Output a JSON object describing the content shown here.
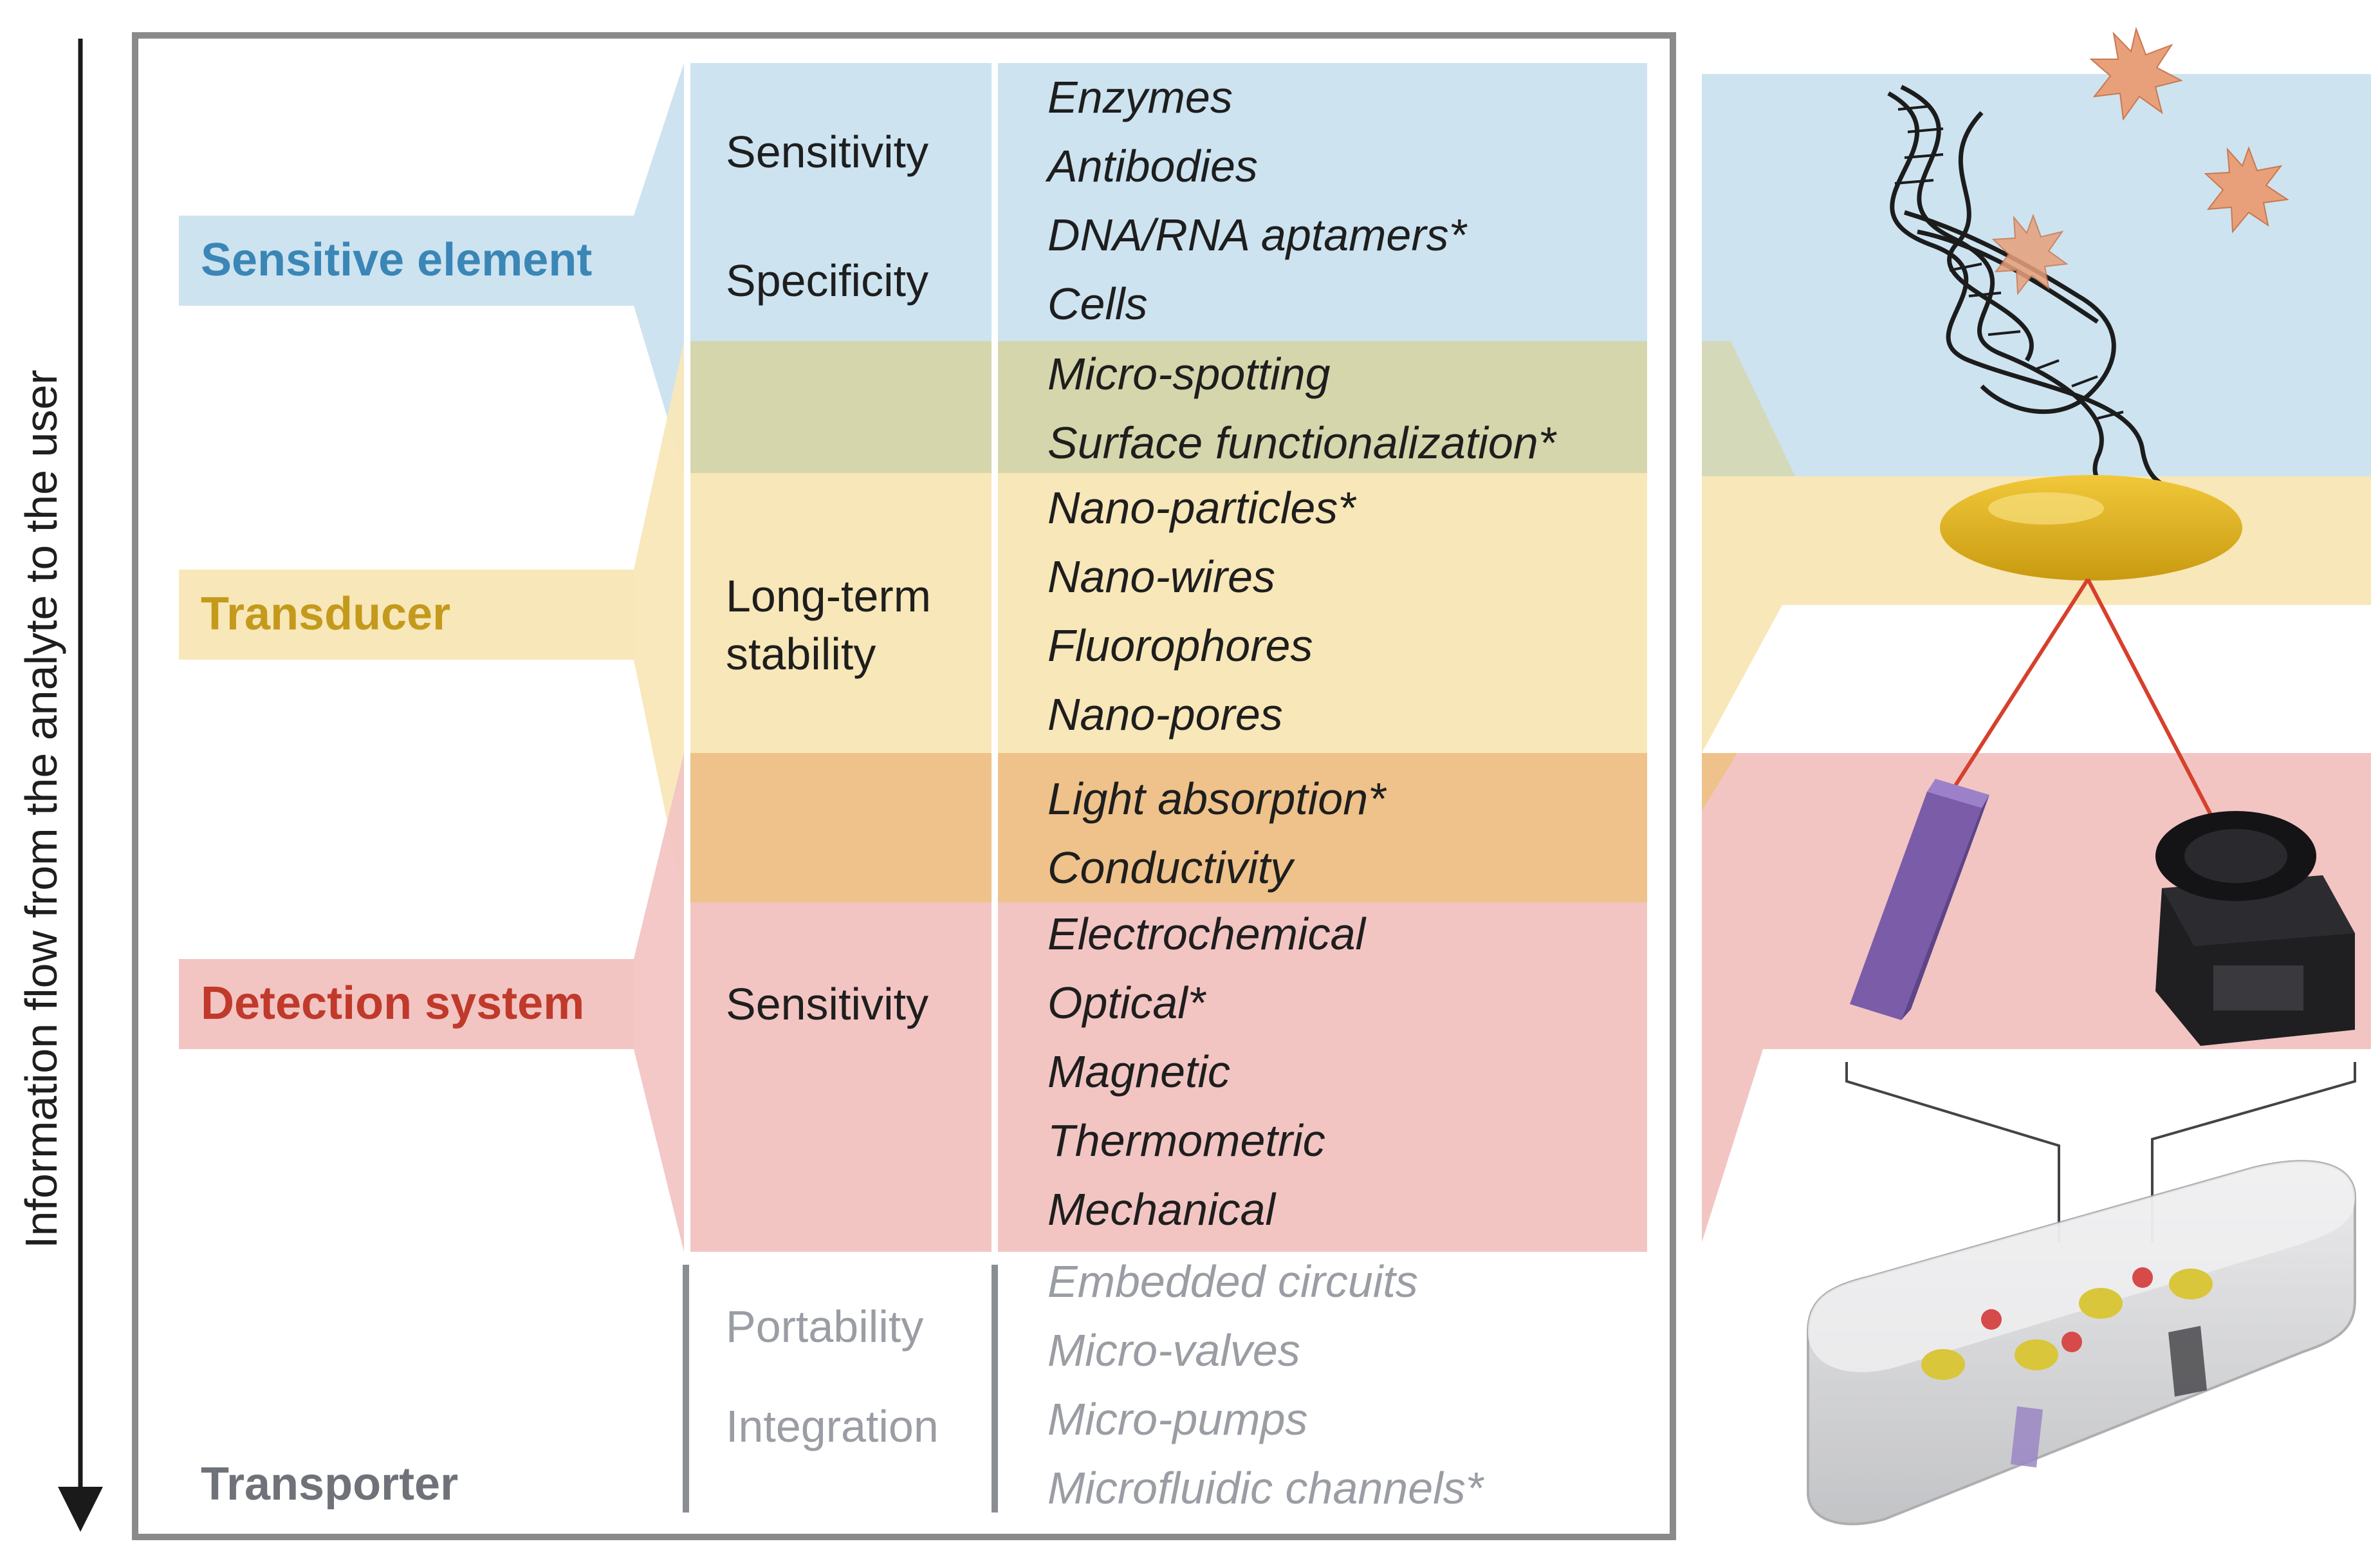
{
  "axis_label": "Information flow from the analyte to the user",
  "colors": {
    "sensitive": "#cde3f0",
    "sensitive_text": "#3a86b6",
    "overlap_st": "#d6d6ad",
    "transducer": "#f8e7b8",
    "transducer_text": "#c49a1c",
    "overlap_td": "#eec28a",
    "detection": "#f2c5c3",
    "detection_text": "#c0392b",
    "transporter_text": "#6f7278",
    "gray_text": "#9a9da3",
    "frame": "#8a8a8a"
  },
  "categories": {
    "sensitive": "Sensitive element",
    "transducer": "Transducer",
    "detection": "Detection system",
    "transporter": "Transporter"
  },
  "properties": {
    "sensitivity_1": "Sensitivity",
    "specificity": "Specificity",
    "longterm_1": "Long-term",
    "longterm_2": "stability",
    "sensitivity_2": "Sensitivity",
    "portability": "Portability",
    "integration": "Integration"
  },
  "items": {
    "sensitive": [
      "Enzymes",
      "Antibodies",
      "DNA/RNA aptamers*",
      "Cells"
    ],
    "overlap_st": [
      "Micro-spotting",
      "Surface functionalization*"
    ],
    "transducer": [
      "Nano-particles*",
      "Nano-wires",
      "Fluorophores",
      "Nano-pores"
    ],
    "overlap_td": [
      "Light absorption*",
      "Conductivity"
    ],
    "detection": [
      "Electrochemical",
      "Optical*",
      "Magnetic",
      "Thermometric",
      "Mechanical"
    ],
    "transporter": [
      "Embedded circuits",
      "Micro-valves",
      "Micro-pumps",
      "Microfluidic channels*"
    ]
  },
  "illustration_icons": [
    "dna-aptamer-icon",
    "analyte-burst-icon",
    "gold-nanoparticle-icon",
    "light-source-icon",
    "camera-detector-icon",
    "microfluidic-chip-icon"
  ]
}
